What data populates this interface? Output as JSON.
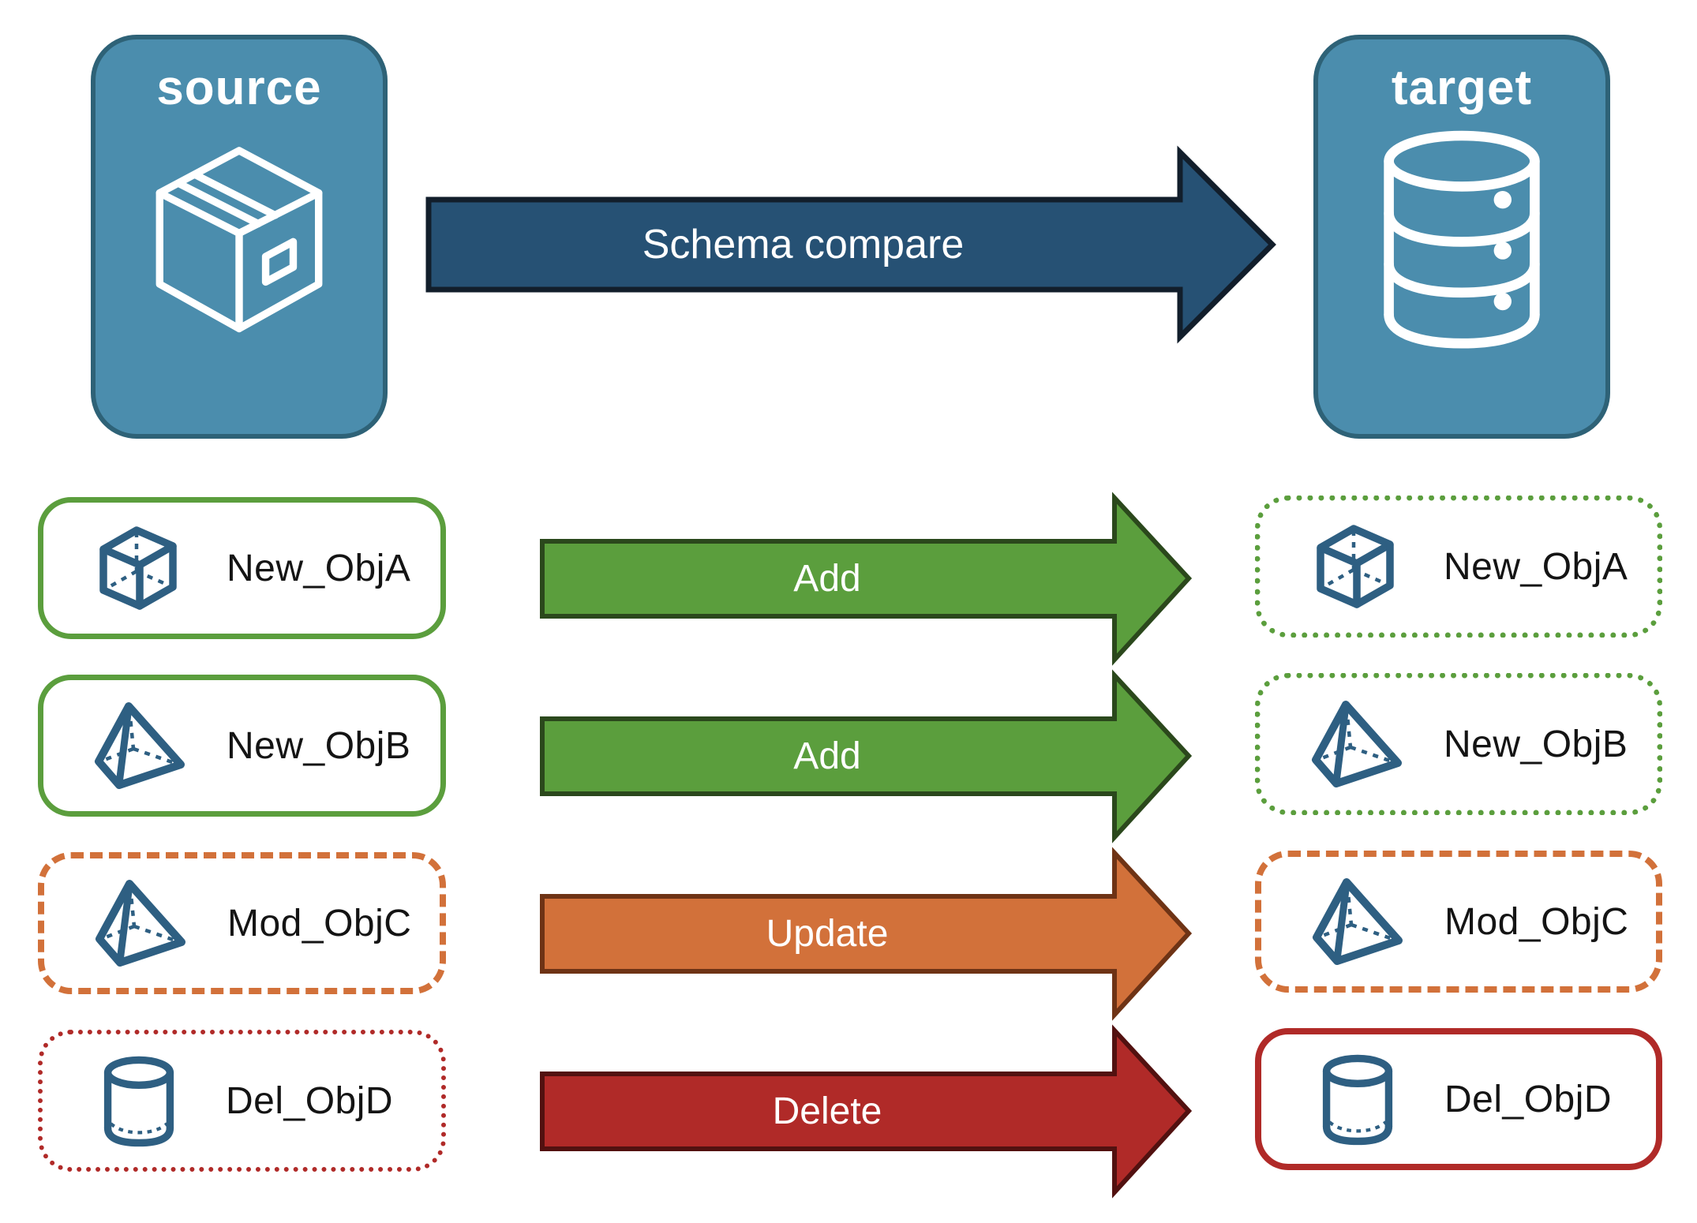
{
  "nodes": {
    "source": {
      "label": "source",
      "icon": "package-icon",
      "fill": "#4b8dad",
      "border": "#2e6277"
    },
    "target": {
      "label": "target",
      "icon": "database-icon",
      "fill": "#4b8dad",
      "border": "#2e6277"
    }
  },
  "compare_arrow": {
    "label": "Schema compare",
    "fill": "#265174",
    "outline": "#121e2b"
  },
  "rows": [
    {
      "source": {
        "label": "New_ObjA",
        "icon": "cube-icon",
        "border_color": "#5b9e3d",
        "border_style": "solid",
        "border_width": 7
      },
      "action": {
        "label": "Add",
        "fill": "#5b9e3d",
        "outline": "#2b481c"
      },
      "target": {
        "label": "New_ObjA",
        "icon": "cube-icon",
        "border_color": "#5b9e3d",
        "border_style": "dotted",
        "border_width": 7
      }
    },
    {
      "source": {
        "label": "New_ObjB",
        "icon": "pyramid-icon",
        "border_color": "#5b9e3d",
        "border_style": "solid",
        "border_width": 7
      },
      "action": {
        "label": "Add",
        "fill": "#5b9e3d",
        "outline": "#2b481c"
      },
      "target": {
        "label": "New_ObjB",
        "icon": "pyramid-icon",
        "border_color": "#5b9e3d",
        "border_style": "dotted",
        "border_width": 7
      }
    },
    {
      "source": {
        "label": "Mod_ObjC",
        "icon": "pyramid-icon",
        "border_color": "#d2713a",
        "border_style": "dashed",
        "border_width": 8
      },
      "action": {
        "label": "Update",
        "fill": "#d2713a",
        "outline": "#6e3315"
      },
      "target": {
        "label": "Mod_ObjC",
        "icon": "pyramid-icon",
        "border_color": "#d2713a",
        "border_style": "dashed",
        "border_width": 8
      }
    },
    {
      "source": {
        "label": "Del_ObjD",
        "icon": "cylinder-icon",
        "border_color": "#b02a28",
        "border_style": "dotted",
        "border_width": 6
      },
      "action": {
        "label": "Delete",
        "fill": "#b02a28",
        "outline": "#521110"
      },
      "target": {
        "label": "Del_ObjD",
        "icon": "cylinder-icon",
        "border_color": "#b02a28",
        "border_style": "solid",
        "border_width": 8
      }
    }
  ],
  "colors": {
    "background": "#ffffff",
    "icon_stroke": "#2e5f82",
    "text": "#141414",
    "node_fill": "#4b8dad",
    "node_border": "#2e6277"
  }
}
